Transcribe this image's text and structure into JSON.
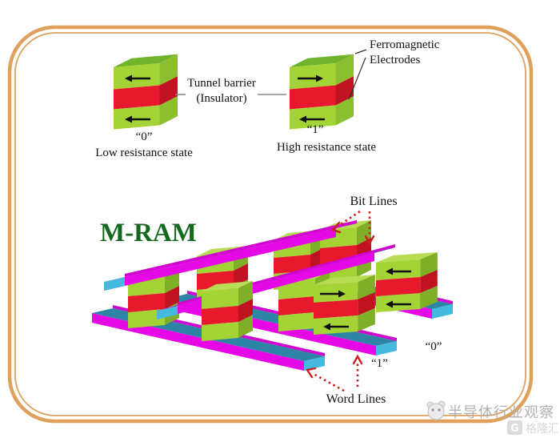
{
  "mtj": {
    "tunnel_barrier_label": {
      "line1": "Tunnel barrier",
      "line2": "(Insulator)"
    },
    "electrodes_label": {
      "line1": "Ferromagnetic",
      "line2": "Electrodes"
    },
    "state0": {
      "symbol": "“0”",
      "caption": "Low resistance state"
    },
    "state1": {
      "symbol": "“1”",
      "caption": "High resistance state"
    }
  },
  "array": {
    "title": "M-RAM",
    "bit_lines_label": "Bit Lines",
    "word_lines_label": "Word Lines",
    "cell_state1": "“1”",
    "cell_state0": "“0”"
  },
  "watermark": {
    "brand": "半导体行业观察",
    "logo_letter": "G",
    "logo_name": "格隆汇"
  },
  "colors": {
    "electrode_green": "#a4d335",
    "electrode_green_top": "#6fb42c",
    "barrier_red": "#e8192d",
    "line_top_teal": "#2d84a4",
    "line_cap_teal": "#45bade",
    "line_front_magenta": "#e607e6",
    "frame_orange": "#dfa05c",
    "title_green": "#15691f",
    "annotation_red": "#cc1f1f",
    "watermark_gray": "#b0b0b0"
  }
}
